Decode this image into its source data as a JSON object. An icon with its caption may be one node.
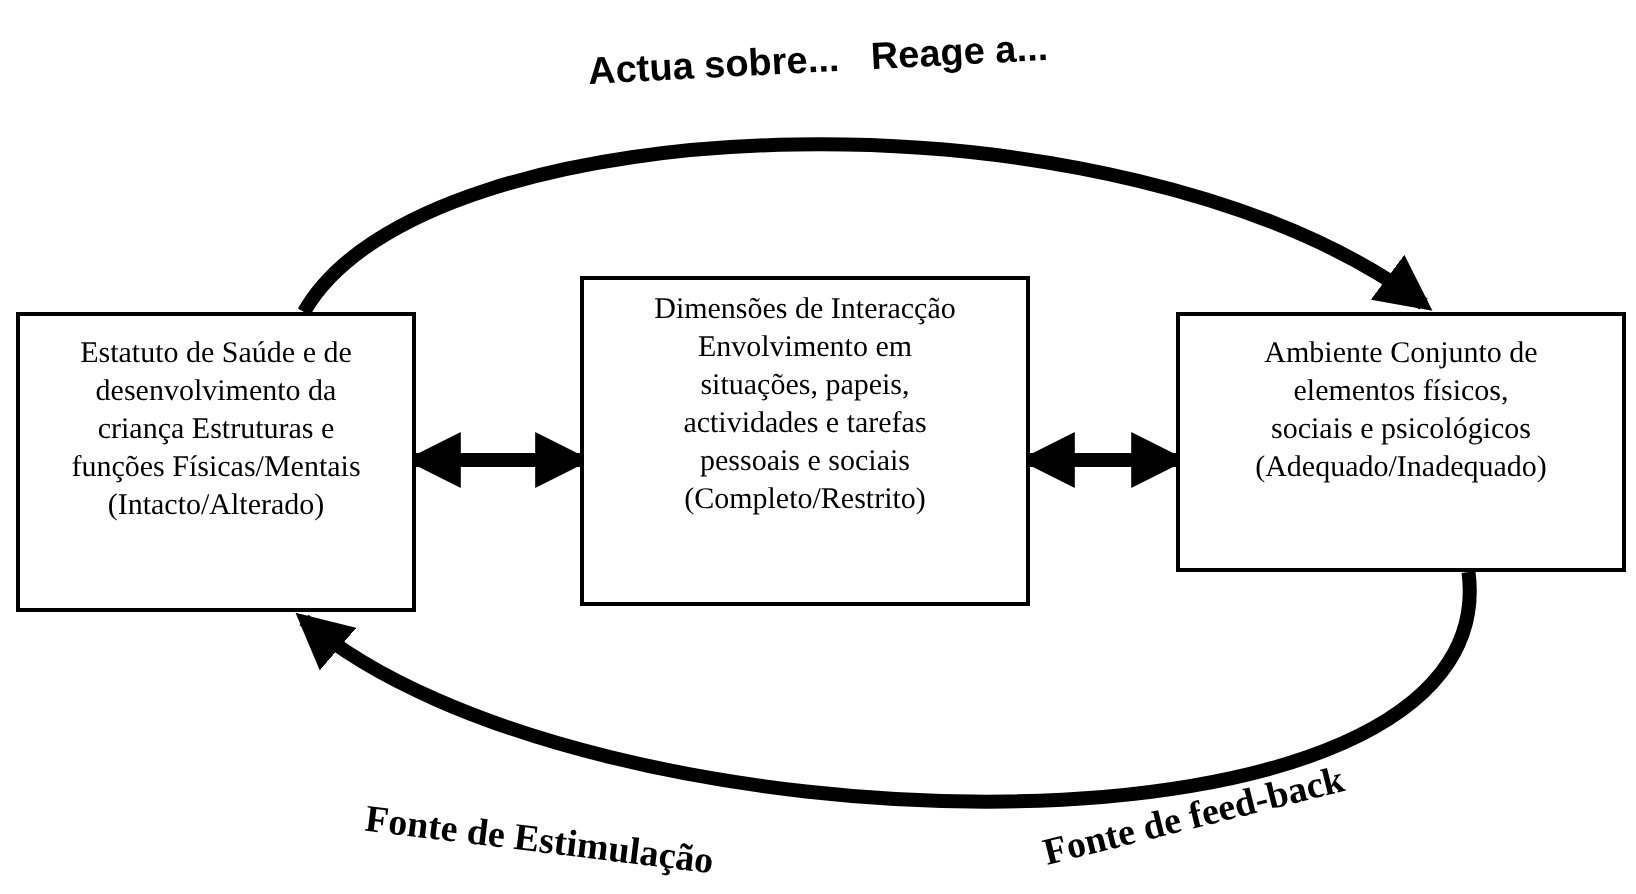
{
  "diagram": {
    "nodes": [
      {
        "text": [
          "Estatuto de Saúde e de desenvolvimento da criança Estruturas e funções Físicas/Mentais (Intacto/Alterado)"
        ]
      },
      {
        "text": [
          "Dimensões de Interacção Envolvimento em situações, papeis, actividades e tarefas pessoais e sociais (Completo/Restrito)"
        ]
      },
      {
        "text": [
          "Ambiente Conjunto de elementos físicos, sociais e psicológicos (Adequado/Inadequado)"
        ]
      }
    ],
    "edges": [
      {
        "from": 0,
        "to": 1,
        "arrow": "both"
      },
      {
        "from": 1,
        "to": 2,
        "arrow": "both"
      },
      {
        "from": 0,
        "to": 2,
        "arrow": "to",
        "label": "Actua sobre...   Reage a..."
      },
      {
        "from": 2,
        "to": 0,
        "arrow": "to"
      }
    ],
    "labels": [
      "Fonte de Estimulação",
      "Fonte de feed-back"
    ]
  }
}
